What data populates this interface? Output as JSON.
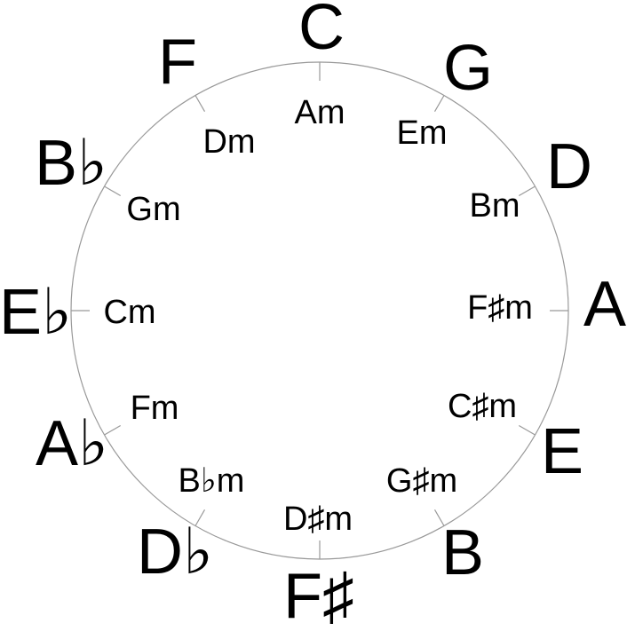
{
  "diagram": {
    "name": "circle-of-fifths",
    "style": {
      "background_color": "#ffffff",
      "ring_color": "#999999",
      "text_color": "#000000"
    },
    "positions": [
      {
        "hour": 12,
        "major": "C",
        "minor": "Am"
      },
      {
        "hour": 1,
        "major": "G",
        "minor": "Em"
      },
      {
        "hour": 2,
        "major": "D",
        "minor": "Bm"
      },
      {
        "hour": 3,
        "major": "A",
        "minor": "F♯m"
      },
      {
        "hour": 4,
        "major": "E",
        "minor": "C♯m"
      },
      {
        "hour": 5,
        "major": "B",
        "minor": "G♯m"
      },
      {
        "hour": 6,
        "major": "F♯",
        "minor": "D♯m"
      },
      {
        "hour": 7,
        "major": "D♭",
        "minor": "B♭m"
      },
      {
        "hour": 8,
        "major": "A♭",
        "minor": "Fm"
      },
      {
        "hour": 9,
        "major": "E♭",
        "minor": "Cm"
      },
      {
        "hour": 10,
        "major": "B♭",
        "minor": "Gm"
      },
      {
        "hour": 11,
        "major": "F",
        "minor": "Dm"
      }
    ]
  }
}
